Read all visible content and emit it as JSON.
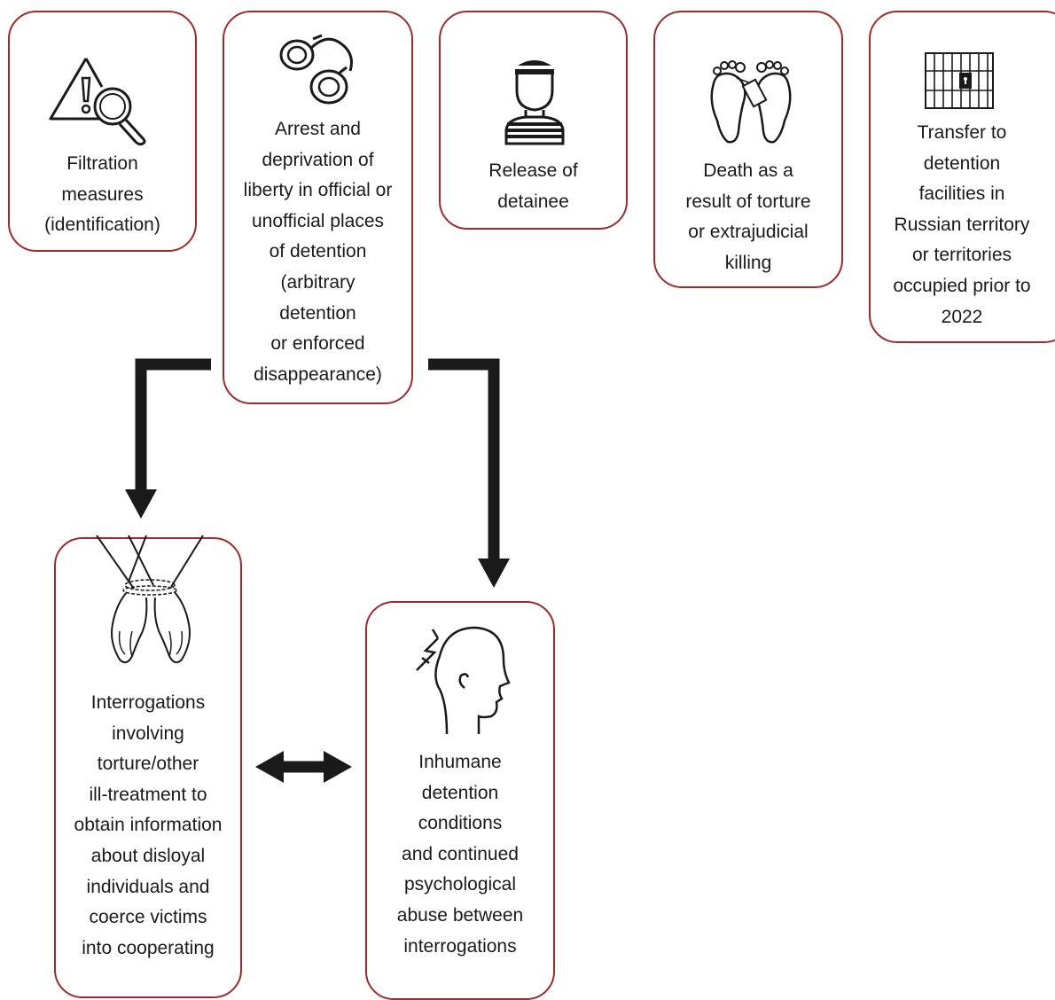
{
  "colors": {
    "box_border": "#9e2a2b",
    "arrow": "#1a1a1a",
    "text": "#1a1a1a"
  },
  "boxes": [
    {
      "id": "filtration",
      "icon": "warning-magnifier-icon",
      "lines": [
        "Filtration",
        "measures",
        "(identification)"
      ]
    },
    {
      "id": "arrest",
      "icon": "handcuffs-icon",
      "lines": [
        "Arrest and",
        "deprivation of",
        "liberty in official or",
        "unofficial places",
        "of detention",
        "(arbitrary",
        "detention",
        "or enforced",
        "disappearance)"
      ]
    },
    {
      "id": "release",
      "icon": "prisoner-icon",
      "lines": [
        "Release of",
        "detainee"
      ]
    },
    {
      "id": "death",
      "icon": "feet-toe-tag-icon",
      "lines": [
        "Death as a",
        "result of torture",
        "or extrajudicial",
        "killing"
      ]
    },
    {
      "id": "transfer",
      "icon": "jail-cell-icon",
      "lines": [
        "Transfer to",
        "detention",
        "facilities in",
        "Russian territory",
        "or territories",
        "occupied prior to",
        "2022"
      ]
    },
    {
      "id": "interrogations",
      "icon": "tied-hands-icon",
      "lines": [
        "Interrogations",
        "involving",
        "torture/other",
        "ill-treatment to",
        "obtain information",
        "about disloyal",
        "individuals and",
        "coerce victims",
        "into cooperating"
      ]
    },
    {
      "id": "conditions",
      "icon": "head-pain-icon",
      "lines": [
        "Inhumane",
        "detention",
        "conditions",
        "and continued",
        "psychological",
        "abuse between",
        "interrogations"
      ]
    }
  ],
  "connectors": [
    {
      "from": "arrest",
      "to": "interrogations",
      "type": "elbow-arrow"
    },
    {
      "from": "arrest",
      "to": "conditions",
      "type": "elbow-arrow"
    },
    {
      "from": "interrogations",
      "to": "conditions",
      "type": "double-arrow"
    }
  ]
}
